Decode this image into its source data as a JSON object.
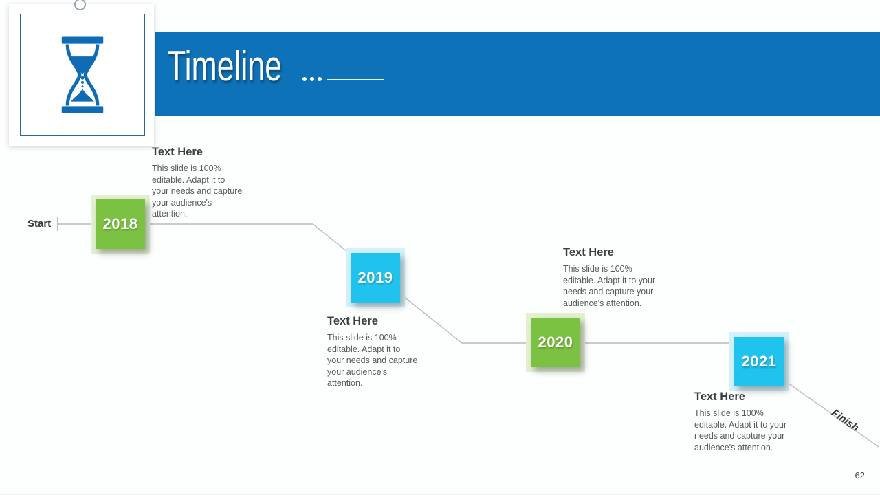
{
  "slide": {
    "page_number": "62"
  },
  "header": {
    "title": "Timeline",
    "bar_color": "#0e72b8",
    "decoration_dots": 3
  },
  "icon_card": {
    "icon": "hourglass-icon",
    "icon_color": "#0f6cb4",
    "border_color": "#24689c"
  },
  "timeline": {
    "start_label": "Start",
    "finish_label": "Finish",
    "line_color": "#b7bcc1",
    "events": [
      {
        "year": "2018",
        "color": "#7cc242",
        "halo_color": "#e3f1d2",
        "title": "Text Here",
        "body": "This slide is 100% editable. Adapt it to your needs and capture your audience's attention."
      },
      {
        "year": "2019",
        "color": "#20c3ee",
        "halo_color": "#d4f2fc",
        "title": "Text Here",
        "body": "This slide is 100% editable. Adapt it to your needs and capture your audience's attention."
      },
      {
        "year": "2020",
        "color": "#7cc242",
        "halo_color": "#e3f1d2",
        "title": "Text Here",
        "body": "This slide is 100% editable. Adapt it to your needs and capture your audience's attention."
      },
      {
        "year": "2021",
        "color": "#20c3ee",
        "halo_color": "#d4f2fc",
        "title": "Text Here",
        "body": "This slide is 100% editable. Adapt it to your needs and capture your audience's attention."
      }
    ]
  }
}
